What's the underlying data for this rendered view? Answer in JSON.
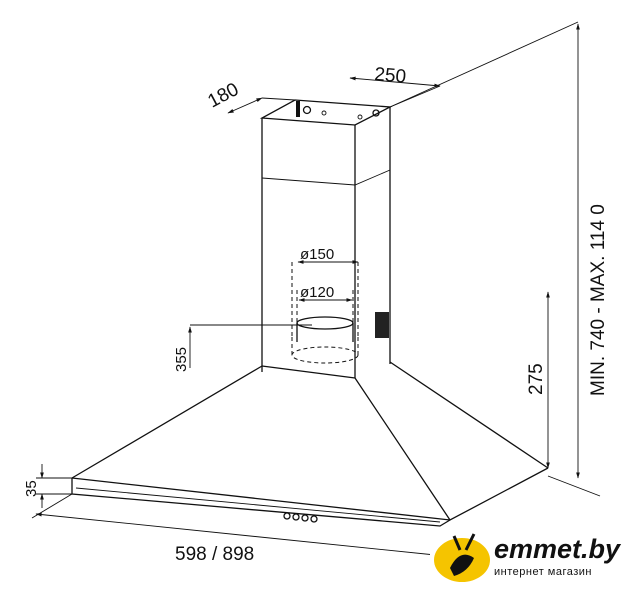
{
  "dimensions": {
    "chimney_width": "250",
    "chimney_depth": "180",
    "outlet_outer": "ø150",
    "outlet_inner": "ø120",
    "outlet_height": "355",
    "hood_height": "275",
    "total_height": "MIN. 740  -  MAX. 114 0",
    "front_strip": "35",
    "width": "598 / 898"
  },
  "watermark": {
    "brand": "emmet.by",
    "tagline": "интернет магазин",
    "color": "#f5c400"
  }
}
